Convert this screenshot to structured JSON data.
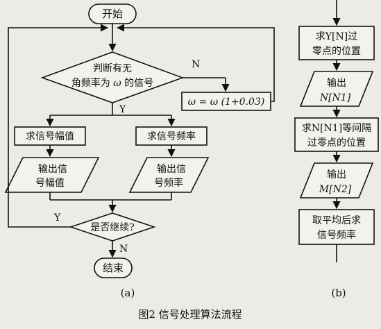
{
  "flow_a": {
    "start": "开始",
    "decision1": {
      "line1": "判断有无",
      "line2_prefix": "角频率为 ",
      "omega": "ω",
      "line2_suffix": " 的信号"
    },
    "no_label_1": "N",
    "yes_label_1": "Y",
    "update": "ω = ω (1+0.03)",
    "amp_box": "求信号幅值",
    "freq_box": "求信号频率",
    "out_amp": {
      "line1": "输出信",
      "line2": "号幅值"
    },
    "out_freq": {
      "line1": "输出信",
      "line2": "号频率"
    },
    "decision2": "是否继续?",
    "yes_label_2": "Y",
    "no_label_2": "N",
    "end": "结束",
    "caption": "(a)"
  },
  "flow_b": {
    "box1": {
      "line1": "求Y[N]过",
      "line2": "零点的位置"
    },
    "out1": {
      "line1": "输出",
      "line2": "N[N1]"
    },
    "box2": {
      "line1": "求N[N1]等间隔",
      "line2": "过零点的位置"
    },
    "out2": {
      "line1": "输出",
      "line2": "M[N2]"
    },
    "box3": {
      "line1": "取平均后求",
      "line2": "信号频率"
    },
    "caption": "(b)"
  },
  "figure_caption": "图2   信号处理算法流程"
}
